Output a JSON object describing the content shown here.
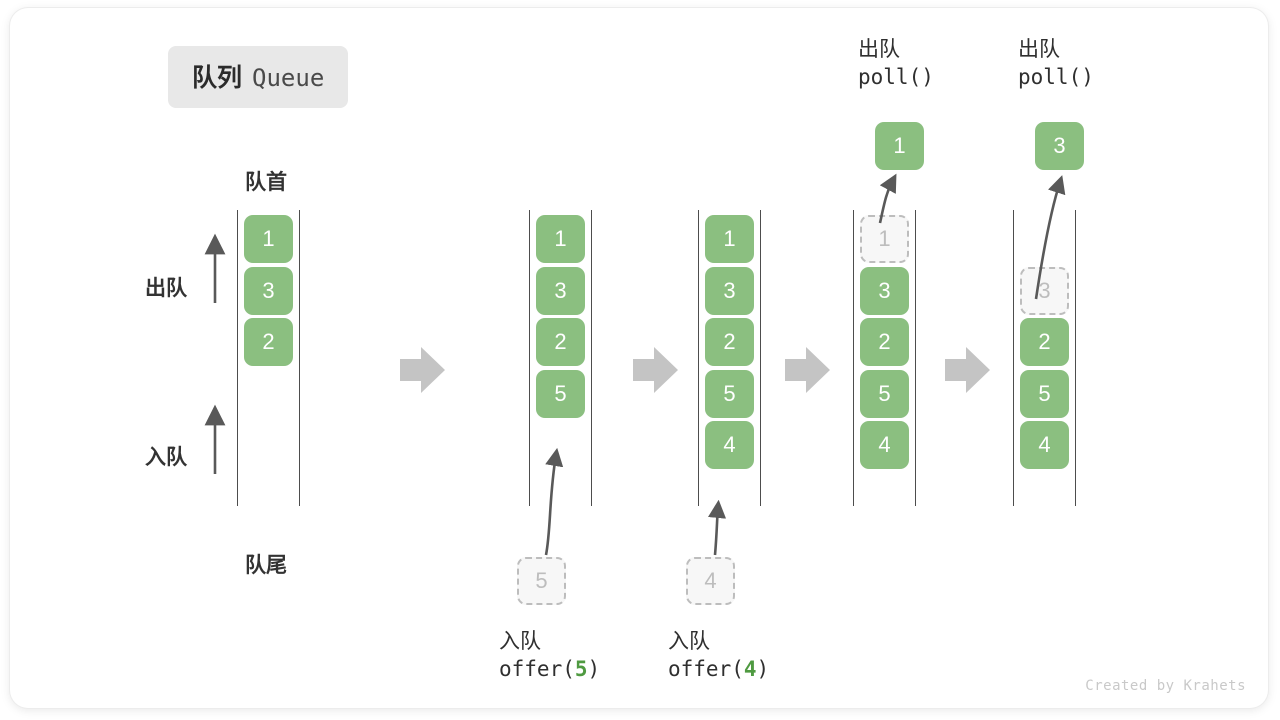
{
  "title": {
    "cn": "队列",
    "en": "Queue"
  },
  "labels": {
    "head": "队首",
    "tail": "队尾",
    "dequeue": "出队",
    "enqueue": "入队"
  },
  "credit": "Created by Krahets",
  "colors": {
    "element": "#8bbf80",
    "ghost_fill": "#f7f7f7",
    "ghost_border": "#bdbdbd",
    "ghost_text": "#bdbdbd",
    "rail": "#4d4d4d",
    "arrow": "#595959",
    "transition_arrow": "#c4c4c4",
    "badge_bg": "#e8e8e8",
    "code_accent": "#4f9a41",
    "credit": "#c9c9c9"
  },
  "columns": [
    {
      "id": "initial",
      "slots": [
        {
          "value": "1",
          "state": "filled"
        },
        {
          "value": "3",
          "state": "filled"
        },
        {
          "value": "2",
          "state": "filled"
        },
        {
          "value": "",
          "state": "empty"
        },
        {
          "value": "",
          "state": "empty"
        },
        {
          "value": "",
          "state": "empty"
        }
      ],
      "caption": null,
      "result": null,
      "pending": null
    },
    {
      "id": "after-offer-5",
      "slots": [
        {
          "value": "1",
          "state": "filled"
        },
        {
          "value": "3",
          "state": "filled"
        },
        {
          "value": "2",
          "state": "filled"
        },
        {
          "value": "5",
          "state": "filled"
        },
        {
          "value": "",
          "state": "empty"
        },
        {
          "value": "",
          "state": "empty"
        }
      ],
      "caption": {
        "cn": "入队",
        "code_prefix": "offer(",
        "code_value": "5",
        "code_suffix": ")"
      },
      "result": null,
      "pending": {
        "value": "5"
      }
    },
    {
      "id": "after-offer-4",
      "slots": [
        {
          "value": "1",
          "state": "filled"
        },
        {
          "value": "3",
          "state": "filled"
        },
        {
          "value": "2",
          "state": "filled"
        },
        {
          "value": "5",
          "state": "filled"
        },
        {
          "value": "4",
          "state": "filled"
        },
        {
          "value": "",
          "state": "empty"
        }
      ],
      "caption": {
        "cn": "入队",
        "code_prefix": "offer(",
        "code_value": "4",
        "code_suffix": ")"
      },
      "result": null,
      "pending": {
        "value": "4"
      }
    },
    {
      "id": "after-poll-1",
      "slots": [
        {
          "value": "1",
          "state": "ghost"
        },
        {
          "value": "3",
          "state": "filled"
        },
        {
          "value": "2",
          "state": "filled"
        },
        {
          "value": "5",
          "state": "filled"
        },
        {
          "value": "4",
          "state": "filled"
        },
        {
          "value": "",
          "state": "empty"
        }
      ],
      "caption": {
        "cn": "出队",
        "code_prefix": "poll(",
        "code_value": "",
        "code_suffix": ")"
      },
      "result": {
        "value": "1"
      },
      "pending": null
    },
    {
      "id": "after-poll-3",
      "slots": [
        {
          "value": "",
          "state": "empty"
        },
        {
          "value": "3",
          "state": "ghost"
        },
        {
          "value": "2",
          "state": "filled"
        },
        {
          "value": "5",
          "state": "filled"
        },
        {
          "value": "4",
          "state": "filled"
        },
        {
          "value": "",
          "state": "empty"
        }
      ],
      "caption": {
        "cn": "出队",
        "code_prefix": "poll(",
        "code_value": "",
        "code_suffix": ")"
      },
      "result": {
        "value": "3"
      },
      "pending": null
    }
  ]
}
